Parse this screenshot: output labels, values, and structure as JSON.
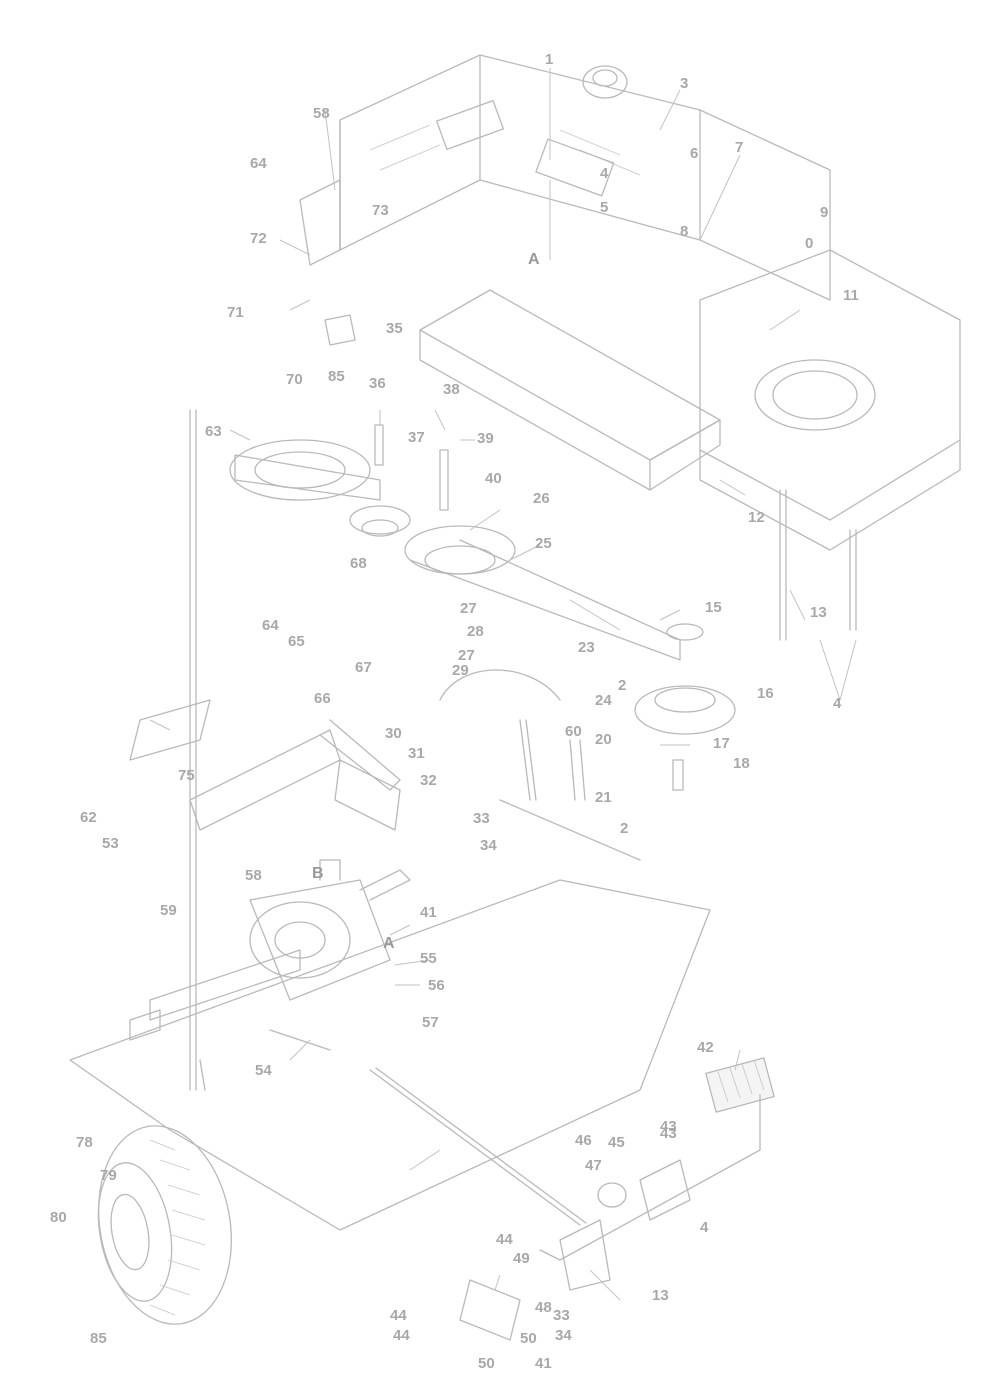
{
  "diagram": {
    "callouts": [
      {
        "id": "c1",
        "text": "1"
      },
      {
        "id": "c2",
        "text": "2"
      },
      {
        "id": "c3",
        "text": "3"
      },
      {
        "id": "c4",
        "text": "4"
      },
      {
        "id": "c5",
        "text": "5"
      },
      {
        "id": "c6",
        "text": "6"
      },
      {
        "id": "c7",
        "text": "7"
      },
      {
        "id": "c8",
        "text": "8"
      },
      {
        "id": "c9",
        "text": "9"
      },
      {
        "id": "c10",
        "text": "0"
      },
      {
        "id": "c11",
        "text": "11"
      },
      {
        "id": "c12",
        "text": "12"
      },
      {
        "id": "c13",
        "text": "13"
      },
      {
        "id": "c14",
        "text": "4"
      },
      {
        "id": "c15",
        "text": "15"
      },
      {
        "id": "c16",
        "text": "16"
      },
      {
        "id": "c17",
        "text": "17"
      },
      {
        "id": "c18",
        "text": "18"
      },
      {
        "id": "c20",
        "text": "20"
      },
      {
        "id": "c21",
        "text": "21"
      },
      {
        "id": "c22",
        "text": "2"
      },
      {
        "id": "c23",
        "text": "23"
      },
      {
        "id": "c24",
        "text": "24"
      },
      {
        "id": "c25",
        "text": "25"
      },
      {
        "id": "c26",
        "text": "26"
      },
      {
        "id": "c27a",
        "text": "27"
      },
      {
        "id": "c27b",
        "text": "27"
      },
      {
        "id": "c28",
        "text": "28"
      },
      {
        "id": "c29",
        "text": "29"
      },
      {
        "id": "c30",
        "text": "30"
      },
      {
        "id": "c31",
        "text": "31"
      },
      {
        "id": "c32",
        "text": "32"
      },
      {
        "id": "c33",
        "text": "33"
      },
      {
        "id": "c34a",
        "text": "34"
      },
      {
        "id": "c35",
        "text": "35"
      },
      {
        "id": "c36",
        "text": "36"
      },
      {
        "id": "c37",
        "text": "37"
      },
      {
        "id": "c38",
        "text": "38"
      },
      {
        "id": "c39",
        "text": "39"
      },
      {
        "id": "c40",
        "text": "40"
      },
      {
        "id": "c41",
        "text": "41"
      },
      {
        "id": "c42",
        "text": "42"
      },
      {
        "id": "c43",
        "text": "43"
      },
      {
        "id": "c44a",
        "text": "44"
      },
      {
        "id": "c45",
        "text": "45"
      },
      {
        "id": "c46",
        "text": "46"
      },
      {
        "id": "c47",
        "text": "47"
      },
      {
        "id": "c48",
        "text": "48"
      },
      {
        "id": "c49",
        "text": "49"
      },
      {
        "id": "c50a",
        "text": "50"
      },
      {
        "id": "c50b",
        "text": "50"
      },
      {
        "id": "c53",
        "text": "53"
      },
      {
        "id": "c54",
        "text": "54"
      },
      {
        "id": "c55",
        "text": "55"
      },
      {
        "id": "c56",
        "text": "56"
      },
      {
        "id": "c57",
        "text": "57"
      },
      {
        "id": "c58a",
        "text": "58"
      },
      {
        "id": "c58b",
        "text": "58"
      },
      {
        "id": "c59",
        "text": "59"
      },
      {
        "id": "c60",
        "text": "60"
      },
      {
        "id": "c62",
        "text": "62"
      },
      {
        "id": "c63",
        "text": "63"
      },
      {
        "id": "c64a",
        "text": "64"
      },
      {
        "id": "c64b",
        "text": "64"
      },
      {
        "id": "c65",
        "text": "65"
      },
      {
        "id": "c66",
        "text": "66"
      },
      {
        "id": "c67",
        "text": "67"
      },
      {
        "id": "c68",
        "text": "68"
      },
      {
        "id": "c70",
        "text": "70"
      },
      {
        "id": "c71",
        "text": "71"
      },
      {
        "id": "c72",
        "text": "72"
      },
      {
        "id": "c73",
        "text": "73"
      },
      {
        "id": "c75",
        "text": "75"
      },
      {
        "id": "c78",
        "text": "78"
      },
      {
        "id": "c79",
        "text": "79"
      },
      {
        "id": "c80",
        "text": "80"
      },
      {
        "id": "c85a",
        "text": "85"
      },
      {
        "id": "c85b",
        "text": "85"
      },
      {
        "id": "c44b",
        "text": "44"
      },
      {
        "id": "c44c",
        "text": "44"
      },
      {
        "id": "c33b",
        "text": "33"
      },
      {
        "id": "c34b",
        "text": "34"
      },
      {
        "id": "c41b",
        "text": "41"
      },
      {
        "id": "c13b",
        "text": "13"
      },
      {
        "id": "c4b",
        "text": "4"
      },
      {
        "id": "c43b",
        "text": "43"
      }
    ],
    "reference_letters": [
      {
        "id": "rA1",
        "text": "A"
      },
      {
        "id": "rA2",
        "text": "A"
      },
      {
        "id": "rB",
        "text": "B"
      }
    ]
  }
}
